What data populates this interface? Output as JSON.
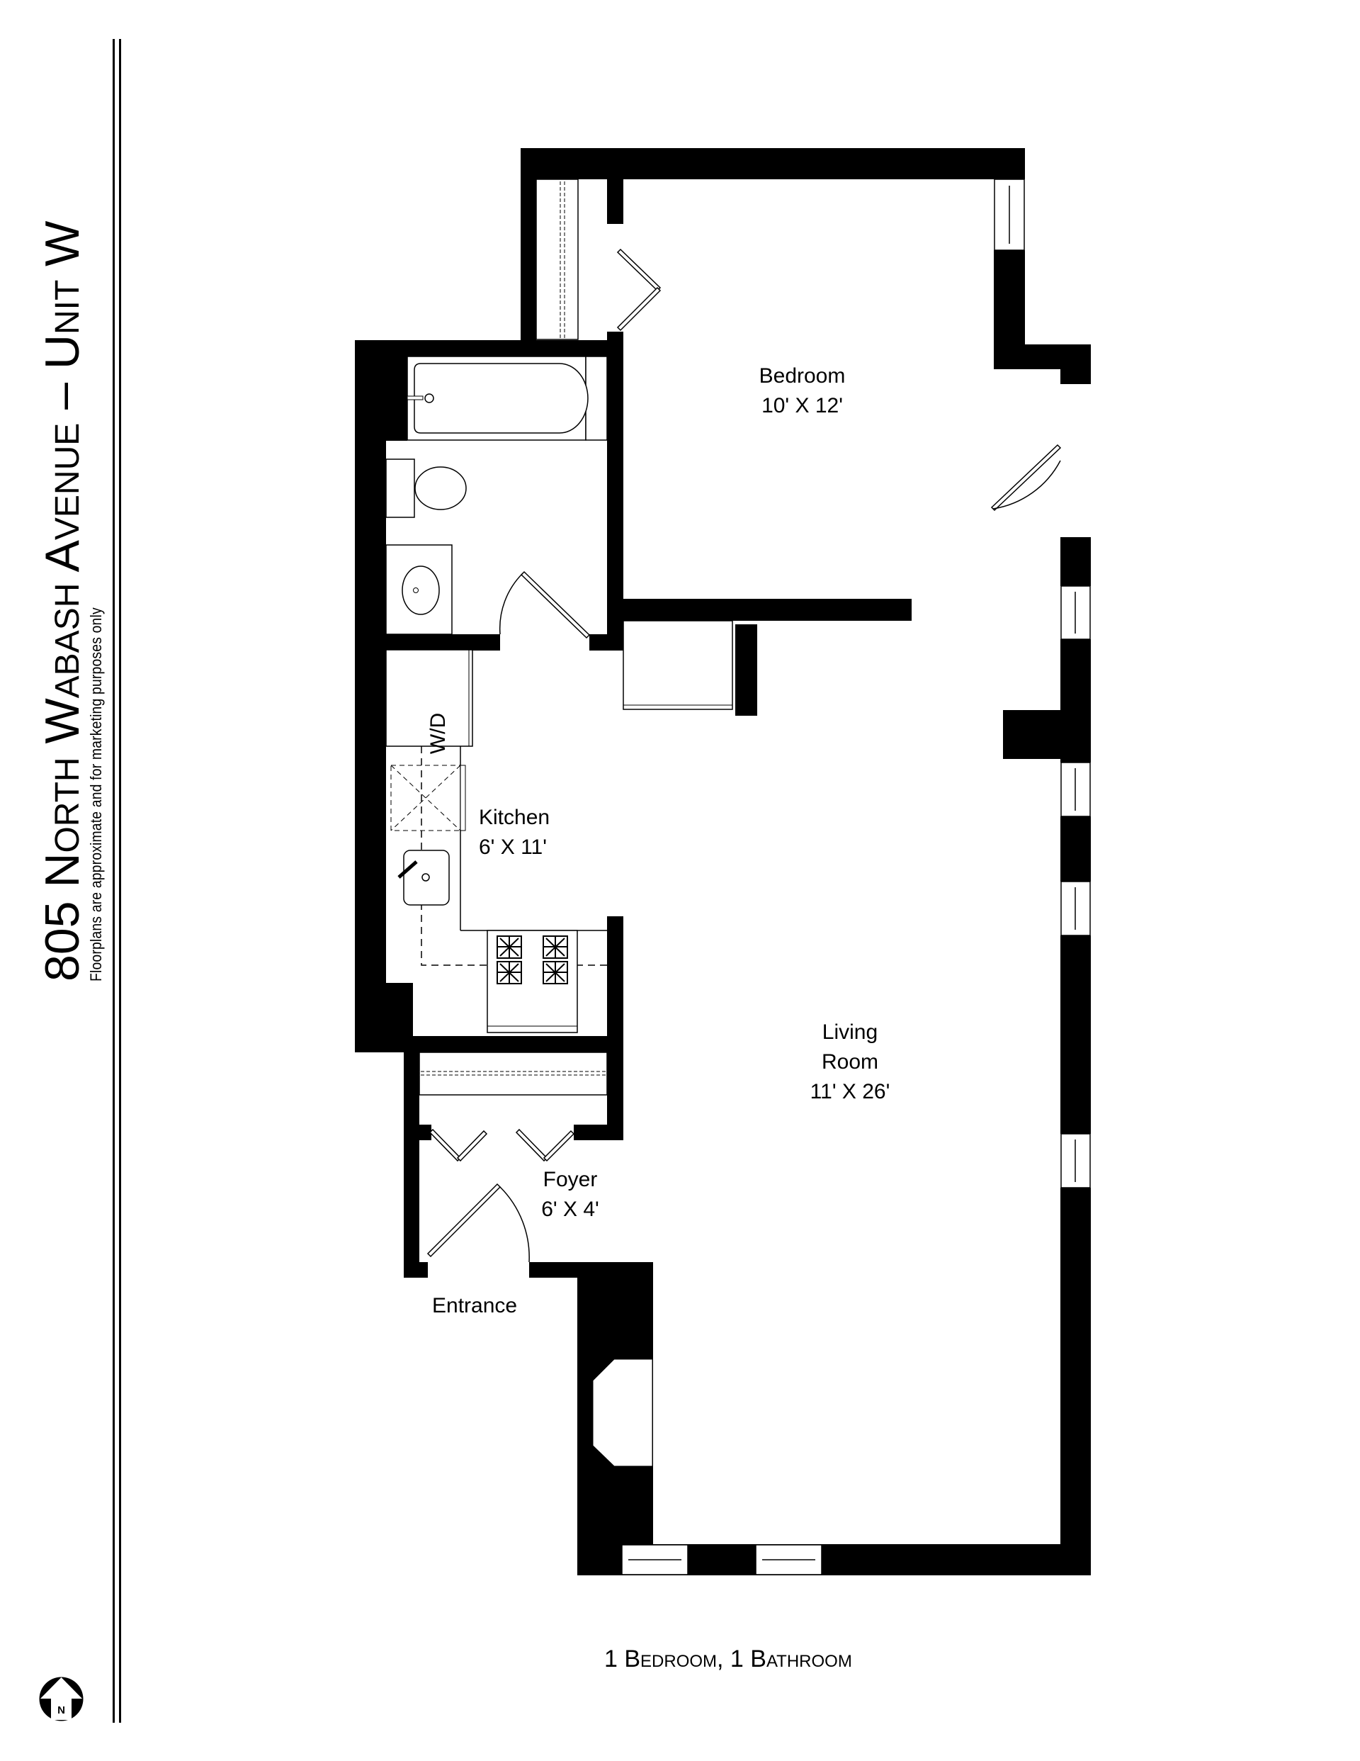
{
  "header": {
    "title": "805 North Wabash Avenue – Unit W",
    "disclaimer": "Floorplans are approximate and for marketing purposes only"
  },
  "compass": {
    "label": "N",
    "icon": "north-arrow-icon"
  },
  "rooms": {
    "bedroom": {
      "name": "Bedroom",
      "size": "10' X 12'"
    },
    "kitchen": {
      "name": "Kitchen",
      "size": "6' X 11'"
    },
    "living_room": {
      "name_line1": "Living",
      "name_line2": "Room",
      "size": "11' X 26'"
    },
    "foyer": {
      "name": "Foyer",
      "size": "6' X 4'"
    },
    "entrance": {
      "name": "Entrance"
    }
  },
  "fixtures": {
    "washer_dryer": "W/D"
  },
  "footer": {
    "summary": "1 Bedroom, 1 Bathroom"
  },
  "colors": {
    "wall": "#000000",
    "background": "#ffffff"
  }
}
